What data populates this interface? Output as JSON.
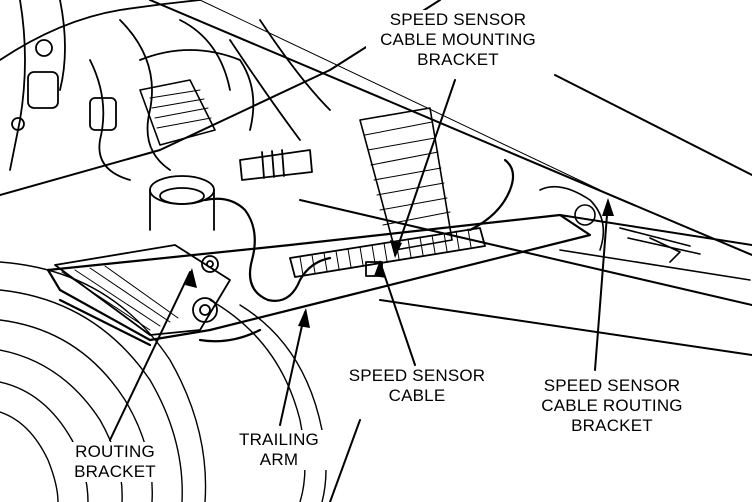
{
  "figure": {
    "callouts": {
      "mounting_bracket": [
        "SPEED SENSOR",
        "CABLE MOUNTING",
        "BRACKET"
      ],
      "sensor_cable": [
        "SPEED SENSOR",
        "CABLE"
      ],
      "routing_bracket_right": [
        "SPEED SENSOR",
        "CABLE ROUTING",
        "BRACKET"
      ],
      "routing_bracket_left": [
        "ROUTING",
        "BRACKET"
      ],
      "trailing_arm": [
        "TRAILING",
        "ARM"
      ]
    },
    "colors": {
      "ink": "#000000",
      "paper": "#ffffff"
    }
  }
}
